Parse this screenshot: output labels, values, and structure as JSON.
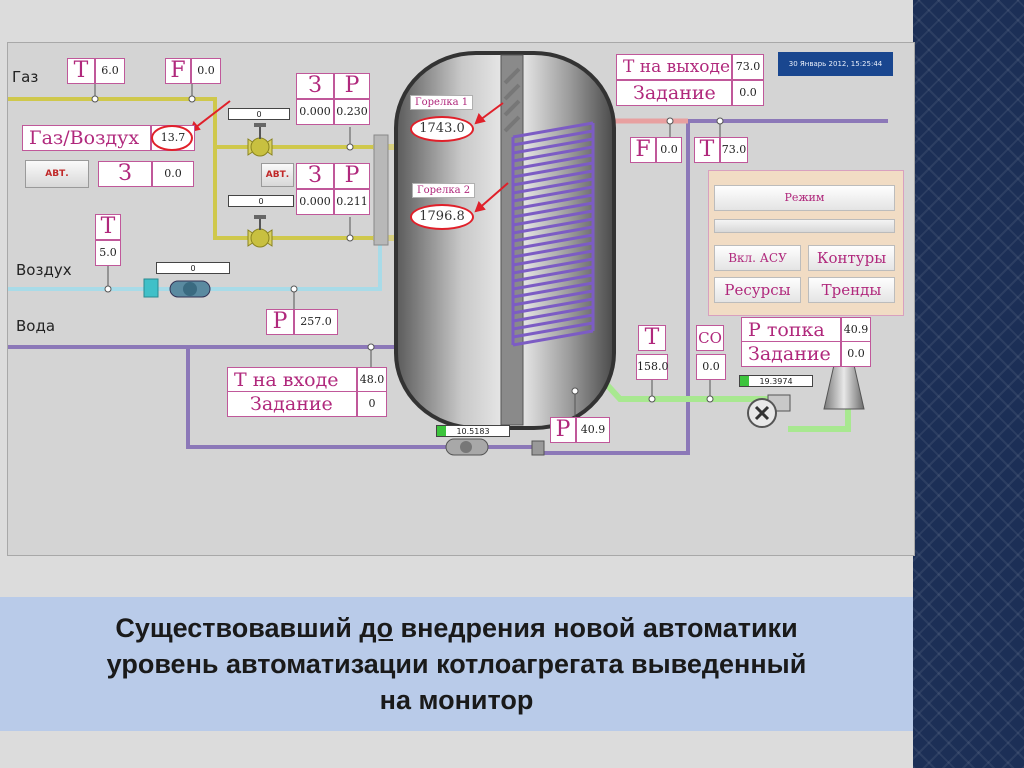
{
  "screen": {
    "datetime": "30 Январь 2012, 15:25:44",
    "lines": {
      "gas": "Газ",
      "air": "Воздух",
      "water": "Вода"
    },
    "gas": {
      "T_label": "T",
      "T_value": "6.0",
      "F_label": "F",
      "F_value": "0.0"
    },
    "gas_air": {
      "label": "Газ/Воздух",
      "value": "13.7",
      "auto_button": "АВТ.",
      "z_label": "З",
      "z_value": "0.0"
    },
    "valve1": {
      "bar_value": "0",
      "z_label": "З",
      "z_value": "0.000",
      "p_label": "P",
      "p_value": "0.230"
    },
    "valve2": {
      "auto_button": "АВТ.",
      "bar_value": "0",
      "z_label": "З",
      "z_value": "0.000",
      "p_label": "P",
      "p_value": "0.211"
    },
    "burner1": {
      "label": "Горелка 1",
      "value": "1743.0"
    },
    "burner2": {
      "label": "Горелка 2",
      "value": "1796.8"
    },
    "air": {
      "T_label": "T",
      "T_value": "5.0",
      "bar_value": "0",
      "P_label": "P",
      "P_value": "257.0"
    },
    "water_in": {
      "label": "T  на входе",
      "value": "48.0",
      "setpoint_label": "Задание",
      "setpoint_value": "0"
    },
    "pump": {
      "bar_value": "10.5183",
      "bar_fill": 0.12,
      "P_label": "P",
      "P_value": "40.9"
    },
    "outlet": {
      "label": "T  на выходе",
      "value": "73.0",
      "setpoint_label": "Задание",
      "setpoint_value": "0.0",
      "F_label": "F",
      "F_value": "0.0",
      "T_label": "T",
      "T_value": "73.0"
    },
    "control_panel": {
      "mode": "Режим",
      "asu_button": "Вкл. АСУ",
      "contours_button": "Контуры",
      "resources_button": "Ресурсы",
      "trends_button": "Тренды"
    },
    "flue": {
      "T_label": "T",
      "T_value": "158.0",
      "CO_label": "CO",
      "CO_value": "0.0",
      "furnace_label": "P  топка",
      "furnace_value": "40.9",
      "setpoint_label": "Задание",
      "setpoint_value": "0.0",
      "fan_bar_value": "19.3974",
      "fan_bar_fill": 0.12
    }
  },
  "caption": {
    "part1": "Существовавший ",
    "underlined": "до",
    "part2": " внедрения новой автоматики",
    "line2": "уровень автоматизации котлоагрегата выведенный",
    "line3": "на монитор"
  },
  "colors": {
    "gas_pipe": "#cfc84c",
    "air_pipe": "#a8dbe8",
    "water_pipe": "#8c78b8",
    "flue_pipe": "#a8e890",
    "alarm_circle": "#e0202a",
    "value_border": "#c0589a"
  }
}
